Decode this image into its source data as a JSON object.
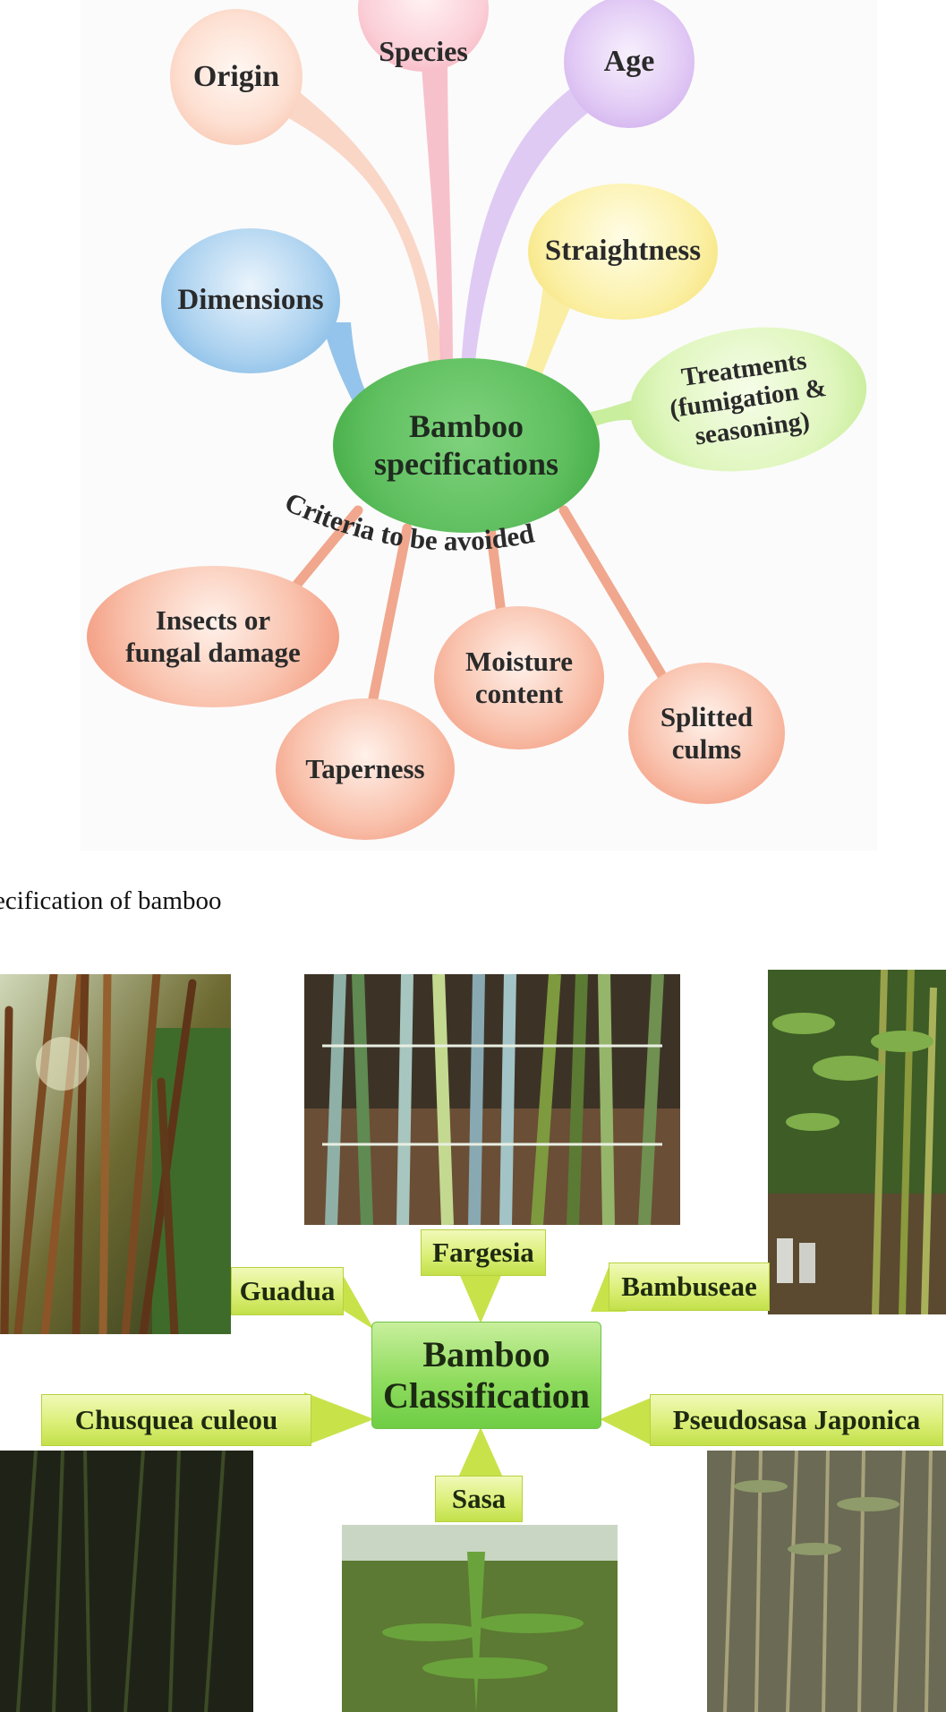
{
  "spec_diagram": {
    "center": [
      "Bamboo",
      "specifications"
    ],
    "criteria_label": "Criteria to be avoided",
    "properties": {
      "origin": "Origin",
      "species": "Species",
      "age": "Age",
      "straightness": "Straightness",
      "dimensions": "Dimensions",
      "treatments": [
        "Treatments",
        "(fumigation &",
        "seasoning)"
      ]
    },
    "avoided": {
      "insects": [
        "Insects or",
        "fungal damage"
      ],
      "moisture": [
        "Moisture",
        "content"
      ],
      "splitted": [
        "Splitted",
        "culms"
      ],
      "taperness": "Taperness"
    },
    "colors": {
      "center": "#5fbf5f",
      "origin": "#f7b9a1",
      "species": "#f3a5b4",
      "age": "#c9a4ea",
      "straightness": "#f4de6b",
      "dimensions": "#6eaee0",
      "treatments": "#bfe98c",
      "avoided": "#f18f71"
    }
  },
  "caption": "ecification of bamboo",
  "classification_diagram": {
    "center": [
      "Bamboo",
      "Classification"
    ],
    "branches": {
      "guadua": "Guadua",
      "fargesia": "Fargesia",
      "bambuseae": "Bambuseae",
      "chusquea": "Chusquea culeou",
      "pseudosasa": "Pseudosasa Japonica",
      "sasa": "Sasa"
    },
    "colors": {
      "tag": "#dbef78",
      "center": "#8fdc5e"
    }
  }
}
